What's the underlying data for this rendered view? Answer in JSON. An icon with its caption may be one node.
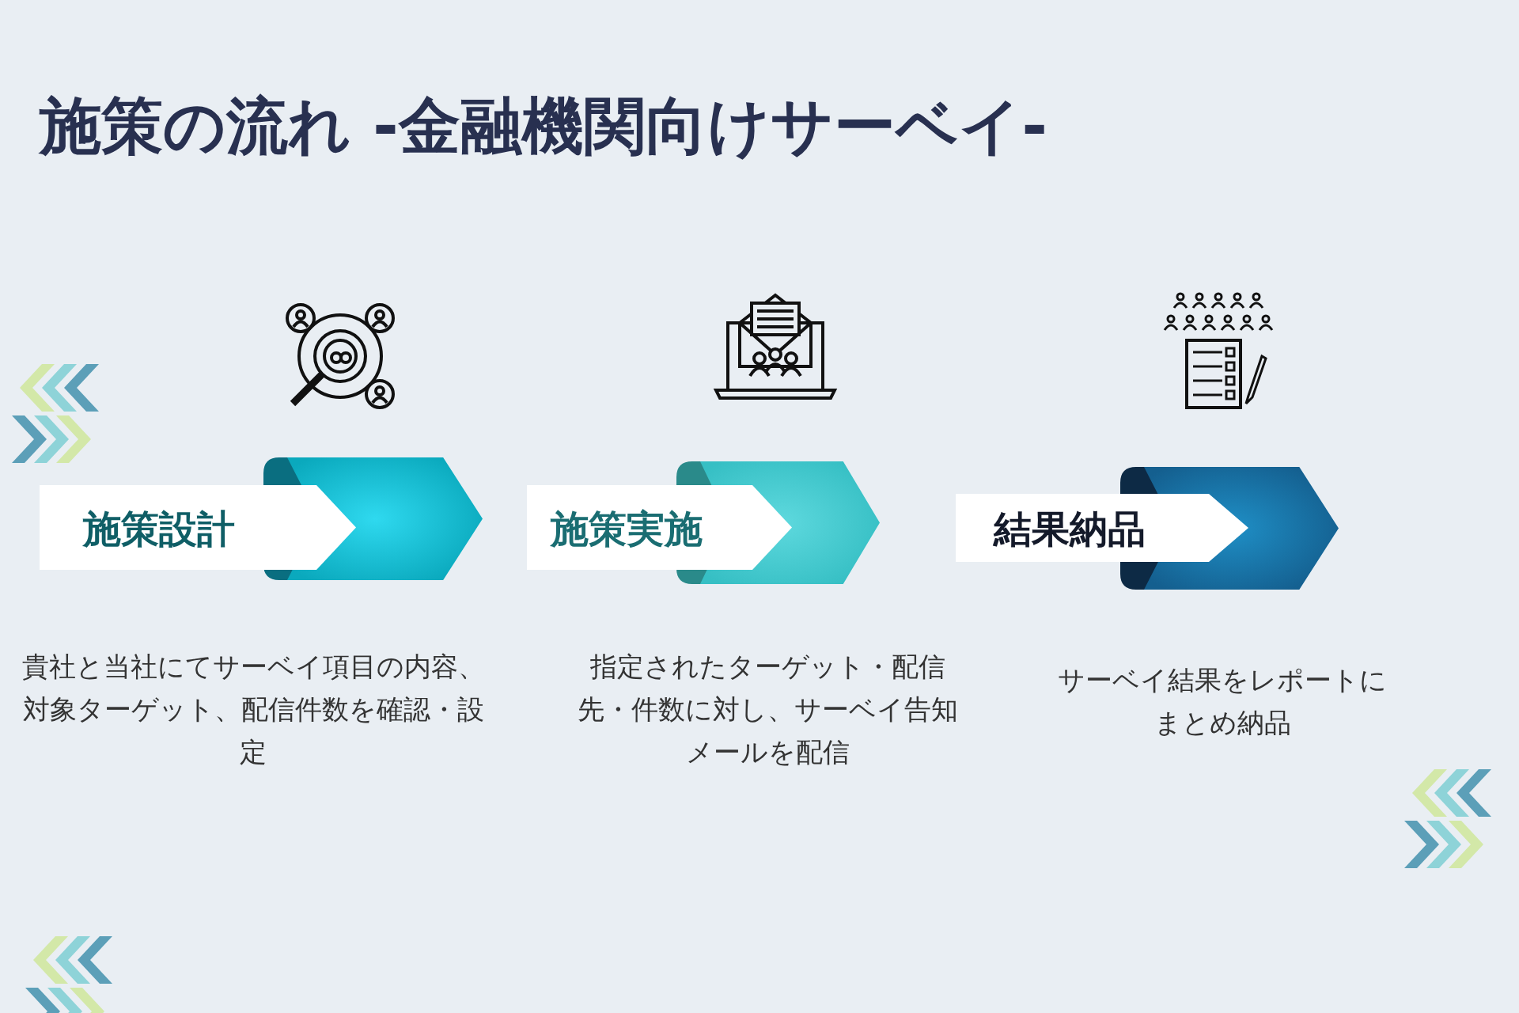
{
  "diagram": {
    "title": "施策の流れ -金融機関向けサーベイ-",
    "nodes": [
      {
        "text": [
          "施策設計"
        ],
        "beside": [
          "貴社と当社にてサーベイ項目の内容、対象ターゲット、配信件数を確認・設定"
        ]
      },
      {
        "text": [
          "施策実施"
        ],
        "beside": [
          "指定されたターゲット・配信先・件数に対し、サーベイ告知メールを配信"
        ]
      },
      {
        "text": [
          "結果納品"
        ],
        "beside": [
          "サーベイ結果をレポートにまとめ納品"
        ]
      }
    ]
  }
}
